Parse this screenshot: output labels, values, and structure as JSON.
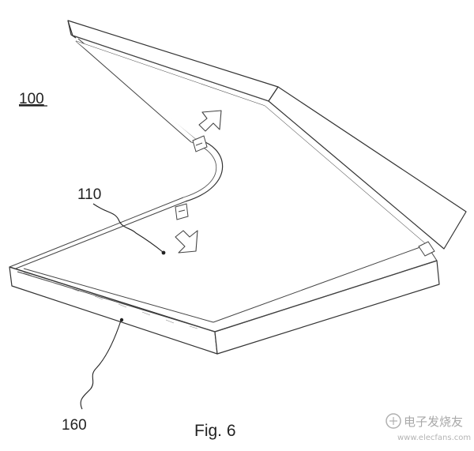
{
  "figure": {
    "caption": "Fig. 6",
    "labels": {
      "device": "100",
      "display": "110",
      "housing": "160"
    }
  },
  "watermark": {
    "text": "电子发烧友",
    "url": "www.elecfans.com"
  }
}
